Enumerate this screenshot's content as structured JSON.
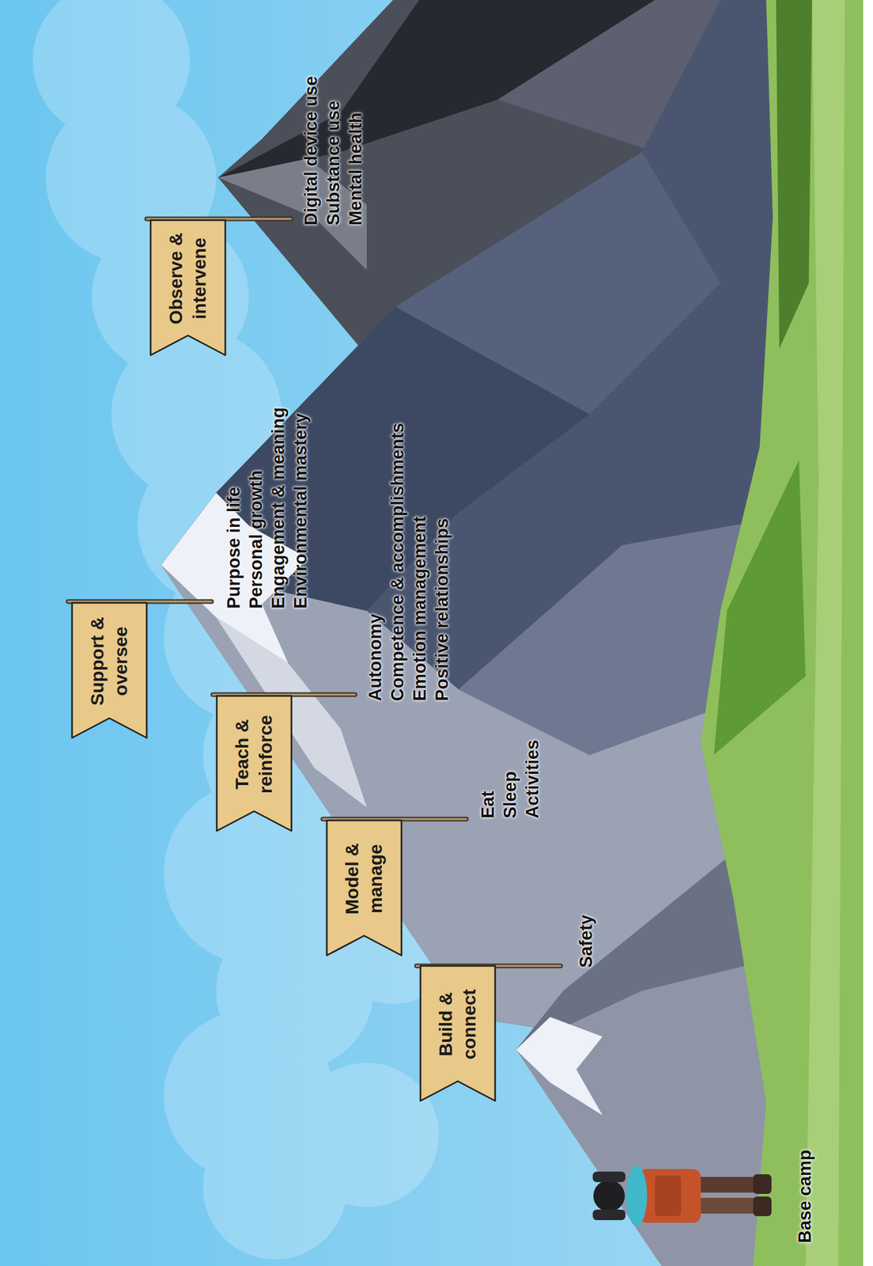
{
  "diagram": {
    "nodes": [
      {
        "text": [
          "Build & connect"
        ]
      },
      {
        "text": [
          "Model & manage"
        ]
      },
      {
        "text": [
          "Teach & reinforce"
        ]
      },
      {
        "text": [
          "Support & oversee"
        ]
      },
      {
        "text": [
          "Observe & intervene"
        ]
      }
    ],
    "labels": [
      "Base camp",
      "Safety",
      "Eat",
      "Sleep",
      "Activities",
      "Autonomy",
      "Competence & accomplishments",
      "Emotion management",
      "Positive relationships",
      "Purpose in life",
      "Personal growth",
      "Engagement & meaning",
      "Environmental mastery",
      "Digital device use",
      "Substance use",
      "Mental health"
    ]
  }
}
